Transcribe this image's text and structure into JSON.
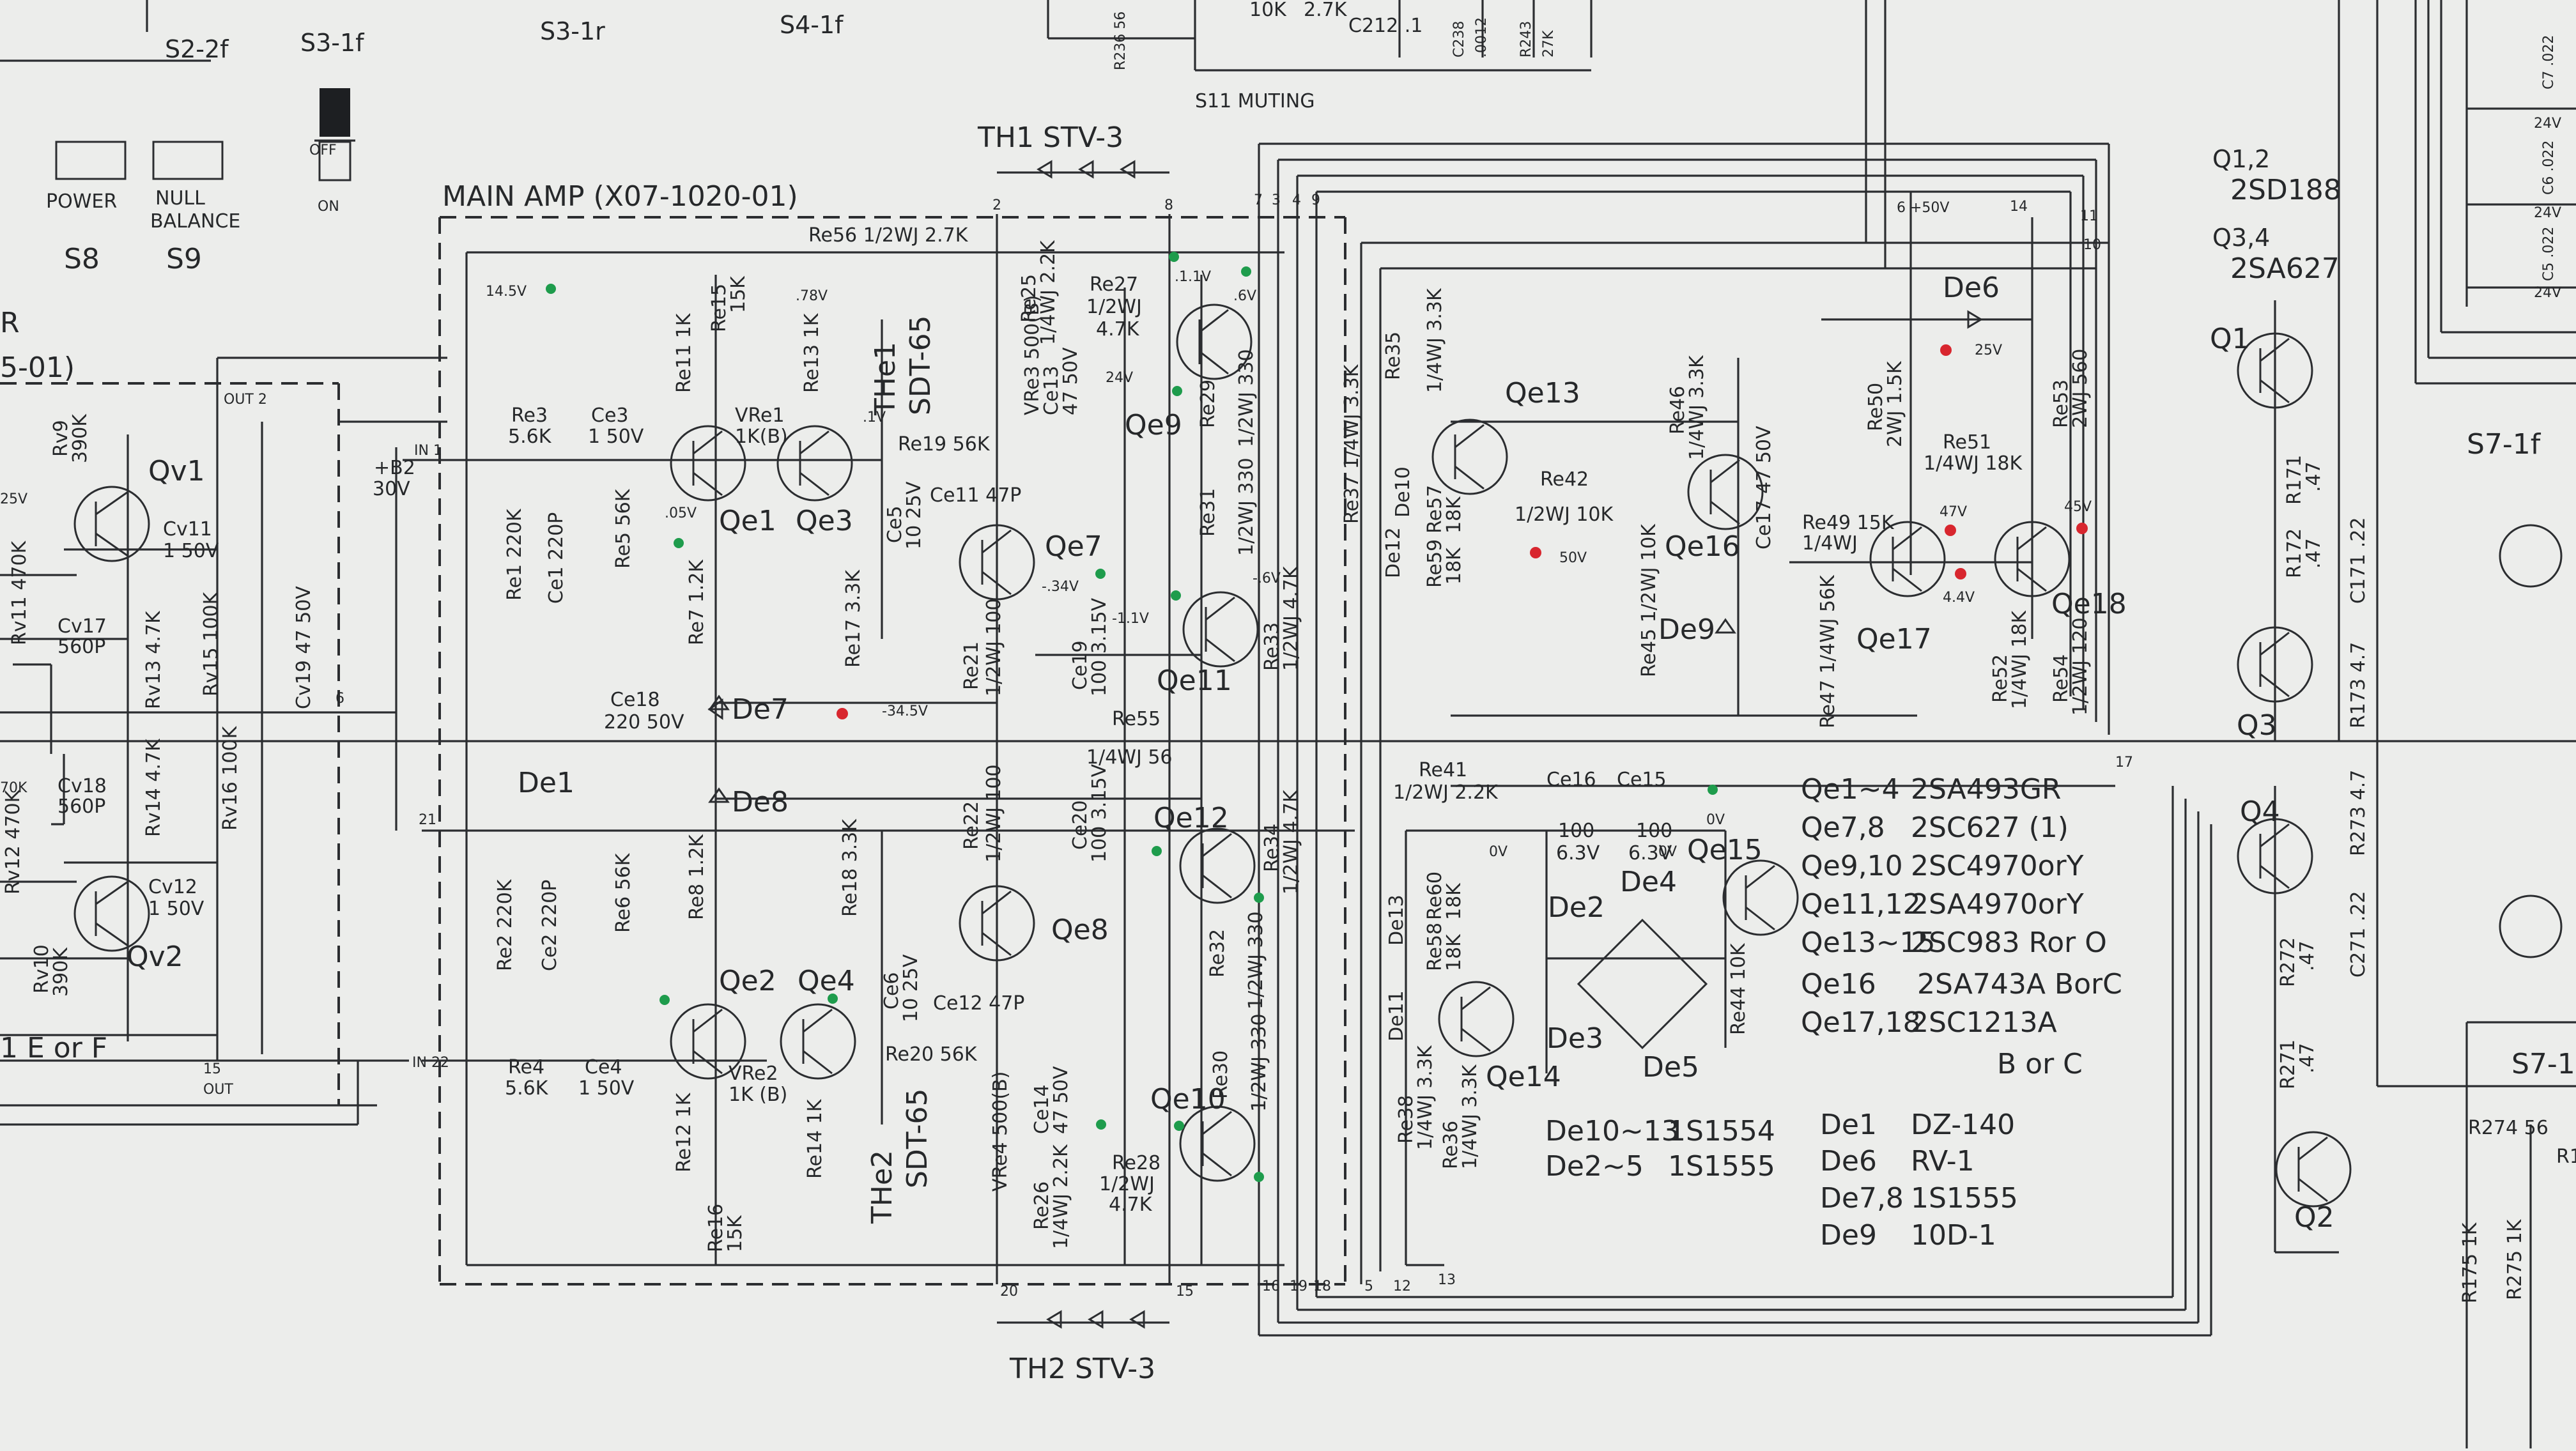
{
  "top_labels": {
    "s22": "S2-2f",
    "s31": "S3-1f",
    "s3r": "S3-1r",
    "s41": "S4-1f",
    "muting": "S11 MUTING",
    "off": "OFF",
    "on": "ON",
    "power": "POWER",
    "null": "NULL",
    "balance": "BALANCE",
    "s8": "S8",
    "s9": "S9",
    "r": "R",
    "minus01": "5-01)"
  },
  "top_partial": {
    "k10": "10K",
    "k27": "2.7K",
    "c212": "C212 .1",
    "c238": "C238",
    "v0012": ".0012",
    "r243": "R243",
    "k27b": "27K",
    "r236": "R236 56"
  },
  "main_amp": {
    "title": "MAIN AMP (X07-1020-01)",
    "th1": "TH1 STV-3",
    "th2": "TH2 STV-3",
    "the1": "THe1",
    "the1_sdt": "SDT-65",
    "the2": "THe2",
    "the2_sdt": "SDT-65",
    "b2": "+B2",
    "b2v": "30V",
    "in1": "IN 1",
    "in22": "IN 22",
    "out2": "OUT 2",
    "out15": "OUT",
    "n15": "15",
    "n6": "6",
    "n21": "21",
    "n17": "17",
    "v50": "6 +50V"
  },
  "left_section": {
    "qv1": "Qv1",
    "qv2": "Qv2",
    "rv9": "Rv9",
    "rv9v": "390K",
    "rv11": "Rv11 470K",
    "rv13": "Rv13 4.7K",
    "rv15": "Rv15 100K",
    "rv16": "Rv16 100K",
    "rv14": "Rv14 4.7K",
    "rv12": "Rv12 470K",
    "rv10": "Rv10",
    "rv10v": "390K",
    "cv11": "Cv11",
    "cv11v": "1 50V",
    "cv12": "Cv12",
    "cv12v": "1 50V",
    "cv17": "Cv17",
    "cv17v": "560P",
    "cv18": "Cv18",
    "cv18v": "560P",
    "cv19": "Cv19 47 50V",
    "eorf": "1 E or F",
    "v25": "25V",
    "r70k": "70K"
  },
  "components": {
    "re56": "Re56 1/2WJ 2.7K",
    "re15": "Re15",
    "re15v": "15K",
    "re11": "Re11 1K",
    "re13": "Re13 1K",
    "vre1": "VRe1",
    "vre1v": "1K(B)",
    "re3": "Re3",
    "re3v": "5.6K",
    "ce3": "Ce3",
    "ce3v": "1 50V",
    "re1": "Re1 220K",
    "ce1": "Ce1 220P",
    "re5": "Re5 56K",
    "re7": "Re7 1.2K",
    "re17": "Re17 3.3K",
    "ce5": "Ce5",
    "ce5v": "10 25V",
    "ce11": "Ce11 47P",
    "re19": "Re19 56K",
    "vre3": "VRe3 500(B)",
    "re25": "Re25",
    "re25v": "1/4WJ 2.2K",
    "ce13": "Ce13",
    "ce13v": "47 50V",
    "re27": "Re27",
    "re27v": "1/2WJ",
    "re27k": "4.7K",
    "re29": "Re29",
    "re29v": "1/2WJ 330",
    "re31": "Re31",
    "re31v": "1/2WJ 330",
    "re21": "Re21",
    "re21v": "1/2WJ 100",
    "ce19": "Ce19",
    "ce19v": "100 3.15V",
    "re33": "Re33",
    "re33v": "1/2WJ 4.7K",
    "re55": "Re55",
    "re55v": "1/4WJ 56",
    "ce18": "Ce18",
    "ce18v": "220 50V",
    "de7": "De7",
    "de8": "De8",
    "de1": "De1",
    "re2": "Re2 220K",
    "ce2": "Ce2 220P",
    "re6": "Re6 56K",
    "re8": "Re8 1.2K",
    "re18": "Re18 3.3K",
    "re22": "Re22",
    "re22v": "1/2WJ 100",
    "ce20": "Ce20",
    "ce20v": "100 3.15V",
    "re34": "Re34",
    "re34v": "1/2WJ 4.7K",
    "re32": "Re32",
    "re32v": "1/2WJ 330",
    "ce6": "Ce6",
    "ce6v": "10 25V",
    "ce12": "Ce12 47P",
    "re20": "Re20 56K",
    "re4": "Re4",
    "re4v": "5.6K",
    "ce4": "Ce4",
    "ce4v": "1 50V",
    "vre2": "VRe2",
    "vre2v": "1K (B)",
    "re12": "Re12 1K",
    "re14": "Re14 1K",
    "re16": "Re16",
    "re16v": "15K",
    "vre4": "VRe4 500(B)",
    "re26": "Re26",
    "re26v": "1/4WJ 2.2K",
    "ce14": "Ce14",
    "ce14v": "47 50V",
    "re28": "Re28",
    "re28v": "1/2WJ",
    "re28k": "4.7K",
    "re30": "Re30",
    "re30v": "1/2WJ 330",
    "re37": "Re37 1/4WJ 3.3K",
    "re35": "Re35",
    "re35v": "1/4WJ 3.3K",
    "re57": "Re57",
    "re57v": "18K",
    "re59": "Re59",
    "re59v": "18K",
    "de10": "De10",
    "de12": "De12",
    "re42": "Re42",
    "re42v": "1/2WJ 10K",
    "re46": "Re46",
    "re46v": "1/4WJ 3.3K",
    "ce17": "Ce17 47 50V",
    "re45": "Re45 1/2WJ 10K",
    "de9": "De9",
    "re47": "Re47 1/4WJ 56K",
    "re49": "Re49 15K",
    "re49v": "1/4WJ",
    "re50": "Re50",
    "re50v": "2WJ 1.5K",
    "re51": "Re51",
    "re51v": "1/4WJ 18K",
    "re53": "Re53",
    "re53v": "2WJ 560",
    "re52": "Re52",
    "re52v": "1/4WJ 18K",
    "re54": "Re54",
    "re54v": "1/2WJ 120",
    "de6": "De6",
    "re41": "Re41",
    "re41v": "1/2WJ 2.2K",
    "ce16": "Ce16",
    "ce16v": "100",
    "ce16w": "6.3V",
    "ce15": "Ce15",
    "ce15v": "100",
    "ce15w": "6.3V",
    "de2": "De2",
    "de3": "De3",
    "de4": "De4",
    "de5": "De5",
    "re44": "Re44 10K",
    "de11": "De11",
    "de13": "De13",
    "re58": "Re58",
    "re58v": "18K",
    "re60": "Re60",
    "re60v": "18K",
    "re38": "Re38",
    "re38v": "1/4WJ 3.3K",
    "re36": "Re36",
    "re36v": "1/4WJ 3.3K"
  },
  "transistors": {
    "qe1": "Qe1",
    "qe2": "Qe2",
    "qe3": "Qe3",
    "qe4": "Qe4",
    "qe7": "Qe7",
    "qe8": "Qe8",
    "qe9": "Qe9",
    "qe10": "Qe10",
    "qe11": "Qe11",
    "qe12": "Qe12",
    "qe13": "Qe13",
    "qe14": "Qe14",
    "qe15": "Qe15",
    "qe16": "Qe16",
    "qe17": "Qe17",
    "qe18": "Qe18",
    "q1": "Q1",
    "q2": "Q2",
    "q3": "Q3",
    "q4": "Q4"
  },
  "voltages": {
    "v145": "14.5V",
    "v78": ".78V",
    "v11a": ".1V",
    "v11b": ".1.1V",
    "v6a": ".6V",
    "v24": "24V",
    "v05": ".05V",
    "v11c": ".1V",
    "v34": "-.34V",
    "v11d": "-1.1V",
    "v6b": "-.6V",
    "v345": "-34.5V",
    "v0a": "0V",
    "v0b": "0V",
    "v0c": "0V",
    "v50": "50V",
    "v25": "25V",
    "v47": "47V",
    "v44": "4.4V",
    "v45": "45V"
  },
  "parts_list": [
    {
      "ref": "Qe1~4",
      "part": "2SA493GR"
    },
    {
      "ref": "Qe7,8",
      "part": "2SC627 (1)"
    },
    {
      "ref": "Qe9,10",
      "part": "2SC4970orY"
    },
    {
      "ref": "Qe11,12",
      "part": "2SA4970orY"
    },
    {
      "ref": "Qe13~15",
      "part": "2SC983 Ror O"
    },
    {
      "ref": "Qe16",
      "part": "2SA743A BorC"
    },
    {
      "ref": "Qe17,18",
      "part": "2SC1213A"
    }
  ],
  "parts_list_suffix": "B or C",
  "diode_list": [
    {
      "ref": "De10~13",
      "part": "1S1554"
    },
    {
      "ref": "De2~5",
      "part": "1S1555"
    }
  ],
  "diode_list2": [
    {
      "ref": "De1",
      "part": "DZ-140"
    },
    {
      "ref": "De6",
      "part": "RV-1"
    },
    {
      "ref": "De7,8",
      "part": "1S1555"
    },
    {
      "ref": "De9",
      "part": "10D-1"
    }
  ],
  "right_section": {
    "q12": "Q1,2",
    "q12p": "2SD188",
    "q34": "Q3,4",
    "q34p": "2SA627",
    "s71": "S7-1f",
    "s7b": "S7-1",
    "r171": "R171",
    "r171v": ".47",
    "r172": "R172",
    "r172v": ".47",
    "c171": "C171 .22",
    "r173": "R173 4.7",
    "r273": "R273 4.7",
    "c271": "C271 .22",
    "r272": "R272",
    "r272v": ".47",
    "r271": "R271",
    "r271v": ".47",
    "r274": "R274 56",
    "r175": "R175 1K",
    "r275": "R275 1K",
    "r1": "R1",
    "c5": "C5 .022",
    "c6": "C6 .022",
    "c7": "C7 .022",
    "v24a": "24V",
    "v24b": "24V",
    "v24c": "24V"
  },
  "pins": [
    "2",
    "8",
    "7",
    "3",
    "4",
    "9",
    "11",
    "10",
    "14",
    "16",
    "19",
    "18",
    "5",
    "12",
    "13",
    "20",
    "15"
  ],
  "colors": {
    "paper": "#ecedeb",
    "ink": "#26282a",
    "green_mark": "#1e9c4c",
    "red_mark": "#d8262e"
  }
}
